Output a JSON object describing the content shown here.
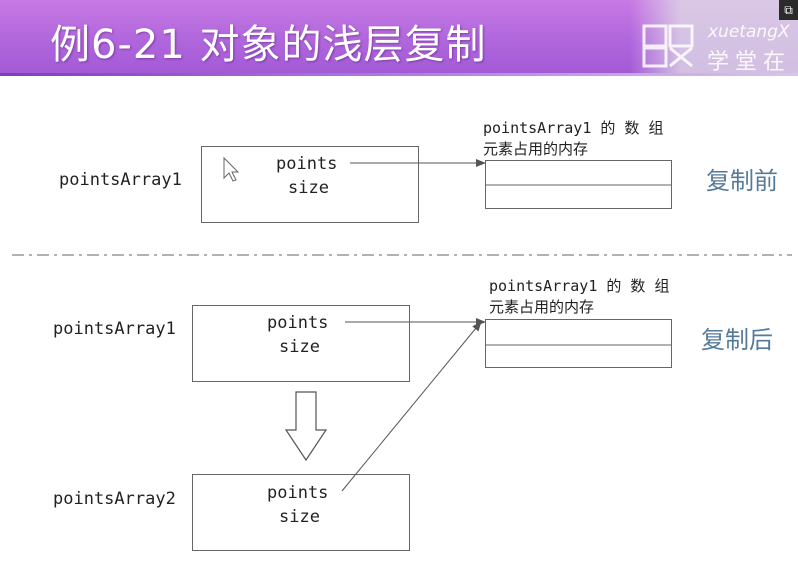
{
  "slide": {
    "title": "例6-21 对象的浅层复制",
    "watermark": {
      "brand": "xuetangX",
      "brand_cn": "学堂在"
    }
  },
  "diagram": {
    "before": {
      "object_label": "pointsArray1",
      "field_points": "points",
      "field_size": "size",
      "memory_label_line1": "pointsArray1 的 数 组",
      "memory_label_line2": "元素占用的内存",
      "state_label": "复制前"
    },
    "after": {
      "object1_label": "pointsArray1",
      "object2_label": "pointsArray2",
      "field_points": "points",
      "field_size": "size",
      "field_points_2": "points",
      "field_size_2": "size",
      "memory_label_line1": "pointsArray1 的 数 组",
      "memory_label_line2": "元素占用的内存",
      "state_label": "复制后"
    }
  },
  "colors": {
    "header": "#b066dc",
    "state_text": "#557a99",
    "line": "#555555"
  }
}
